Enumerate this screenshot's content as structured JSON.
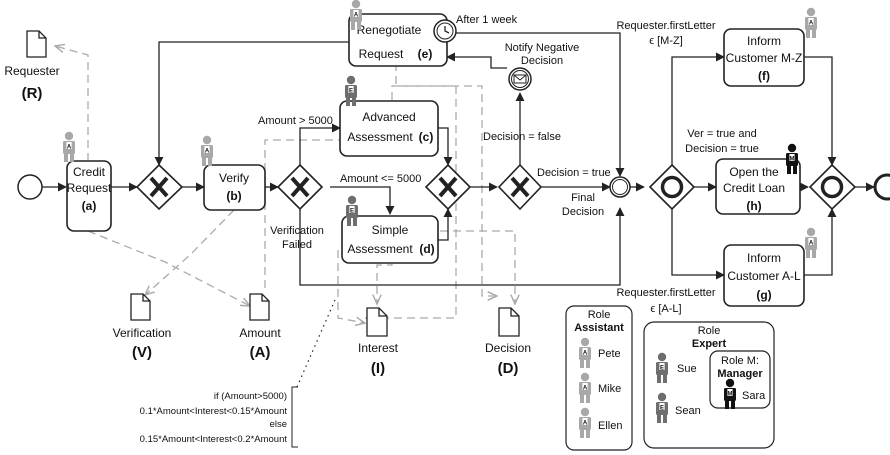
{
  "tasks": {
    "credit": [
      "Credit",
      "Request",
      "(a)"
    ],
    "verify": [
      "Verify",
      "(b)"
    ],
    "advanced": [
      "Advanced",
      "Assessment",
      "(c)"
    ],
    "simple": [
      "Simple",
      "Assessment",
      "(d)"
    ],
    "renegotiate": [
      "Renegotiate",
      "Request",
      "(e)"
    ],
    "inform_mz": [
      "Inform",
      "Customer M-Z",
      "(f)"
    ],
    "open_loan": [
      "Open the",
      "Credit Loan",
      "(h)"
    ],
    "inform_al": [
      "Inform",
      "Customer A-L",
      "(g)"
    ]
  },
  "role_badges": {
    "assistant": "A",
    "expert": "E",
    "manager": "M"
  },
  "events": {
    "timer": "After 1 week",
    "notify": [
      "Notify Negative",
      "Decision"
    ],
    "final": [
      "Final",
      "Decision"
    ]
  },
  "conditions": {
    "amount_high": "Amount > 5000",
    "amount_low": "Amount <= 5000",
    "verification_failed": [
      "Verification",
      "Failed"
    ],
    "decision_false": "Decision = false",
    "decision_true": "Decision = true",
    "requester_mz": [
      "Requester.firstLetter",
      "ϵ [M-Z]"
    ],
    "ver_true": [
      "Ver = true and",
      "Decision = true"
    ],
    "requester_al": [
      "Requester.firstLetter",
      "ϵ [A-L]"
    ]
  },
  "documents": {
    "requester": [
      "Requester",
      "(R)"
    ],
    "verification": [
      "Verification",
      "(V)"
    ],
    "amount": [
      "Amount",
      "(A)"
    ],
    "interest": [
      "Interest",
      "(I)"
    ],
    "decision": [
      "Decision",
      "(D)"
    ]
  },
  "annotation": [
    "if (Amount>5000)",
    "0.1*Amount<Interest<0.15*Amount",
    "else",
    "0.15*Amount<Interest<0.2*Amount"
  ],
  "roles": {
    "assistant_title": [
      "Role",
      "Assistant"
    ],
    "assistant_members": [
      "Pete",
      "Mike",
      "Ellen"
    ],
    "expert_title": [
      "Role",
      "Expert"
    ],
    "expert_members": [
      "Sue",
      "Sean"
    ],
    "manager_title": [
      "Role M:",
      "Manager"
    ],
    "manager_members": [
      "Sara"
    ]
  }
}
